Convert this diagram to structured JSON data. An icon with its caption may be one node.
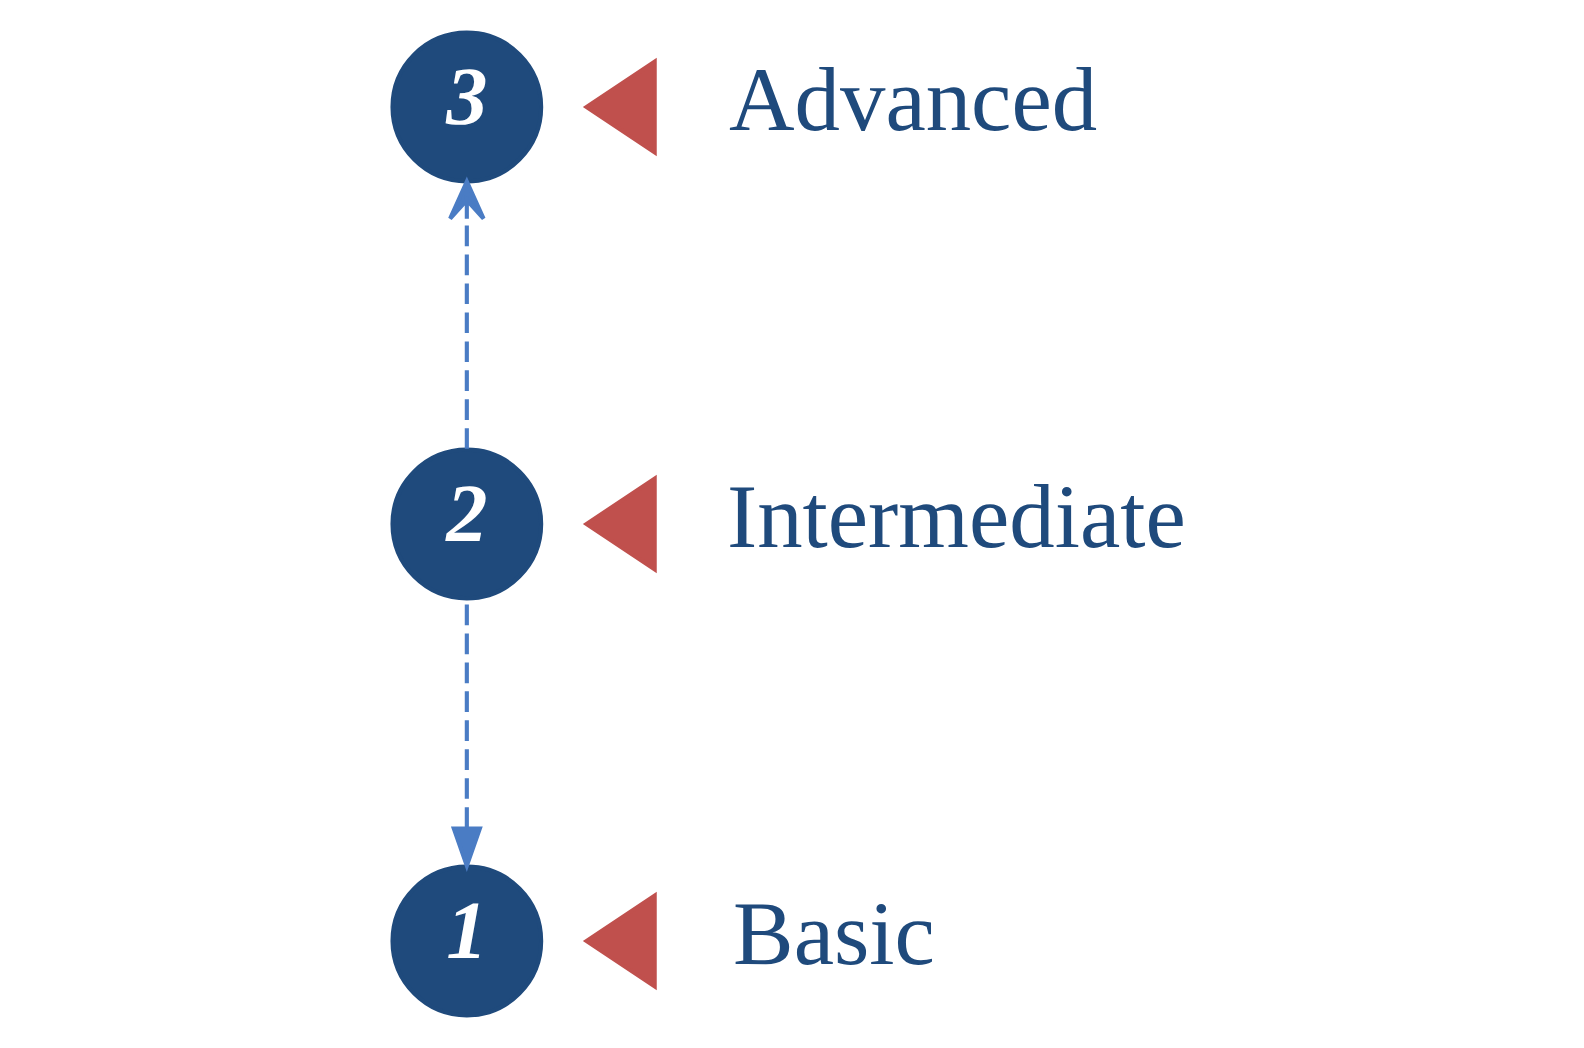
{
  "diagram": {
    "nodes": [
      {
        "text": [
          "1"
        ]
      },
      {
        "text": [
          "2"
        ]
      },
      {
        "text": [
          "3"
        ]
      },
      {
        "text": [],
        "shape": "triangle",
        "beside": [
          "Basic"
        ]
      },
      {
        "text": [],
        "shape": "triangle",
        "beside": [
          "Intermediate"
        ]
      },
      {
        "text": [],
        "shape": "triangle",
        "beside": [
          "Advanced"
        ]
      }
    ],
    "edges": [
      {
        "from": 1,
        "to": 0,
        "arrow": "to",
        "style": "dashed"
      },
      {
        "from": 1,
        "to": 2,
        "arrow": "to",
        "style": "dashed"
      }
    ]
  }
}
